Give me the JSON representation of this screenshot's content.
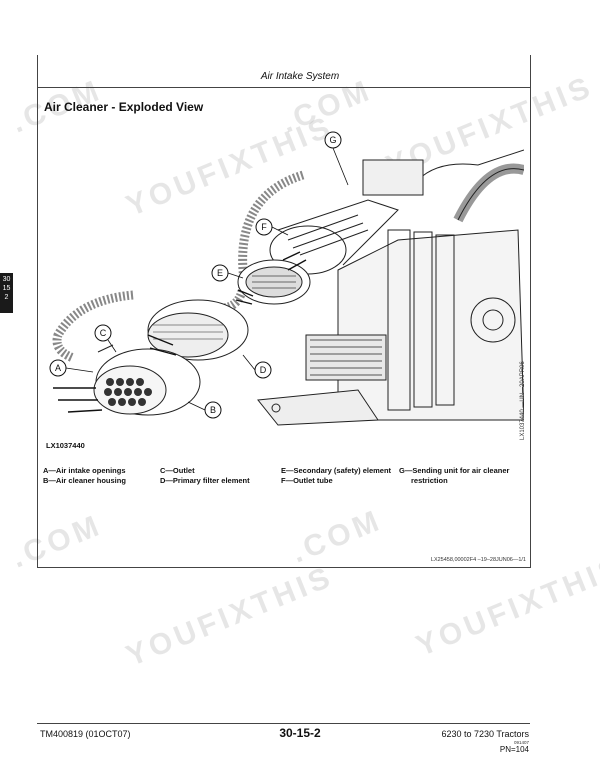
{
  "header": {
    "section": "Air Intake System"
  },
  "figure": {
    "title": "Air Cleaner - Exploded View",
    "image_code": "LX1037440",
    "side_code": "LX1037440 —UN—20APR06",
    "callouts": [
      "A",
      "B",
      "C",
      "D",
      "E",
      "F",
      "G"
    ],
    "legend": [
      [
        "A—Air intake openings",
        "B—Air cleaner housing"
      ],
      [
        "C—Outlet",
        "D—Primary filter element"
      ],
      [
        "E—Secondary (safety) element",
        "F—Outlet tube"
      ],
      [
        "G—Sending unit for air cleaner",
        "restriction"
      ]
    ],
    "reference": "LX25458,00002F4 –19–28JUN06—1/1"
  },
  "tab": {
    "line1": "30",
    "line2": "15",
    "line3": "2"
  },
  "footer": {
    "left": "TM400819 (01OCT07)",
    "center": "30-15-2",
    "right": "6230 to 7230 Tractors",
    "tiny": "091407",
    "pn": "PN=104"
  },
  "watermark": {
    "text": "YOUFIXTHIS",
    "suffix": ".COM"
  }
}
